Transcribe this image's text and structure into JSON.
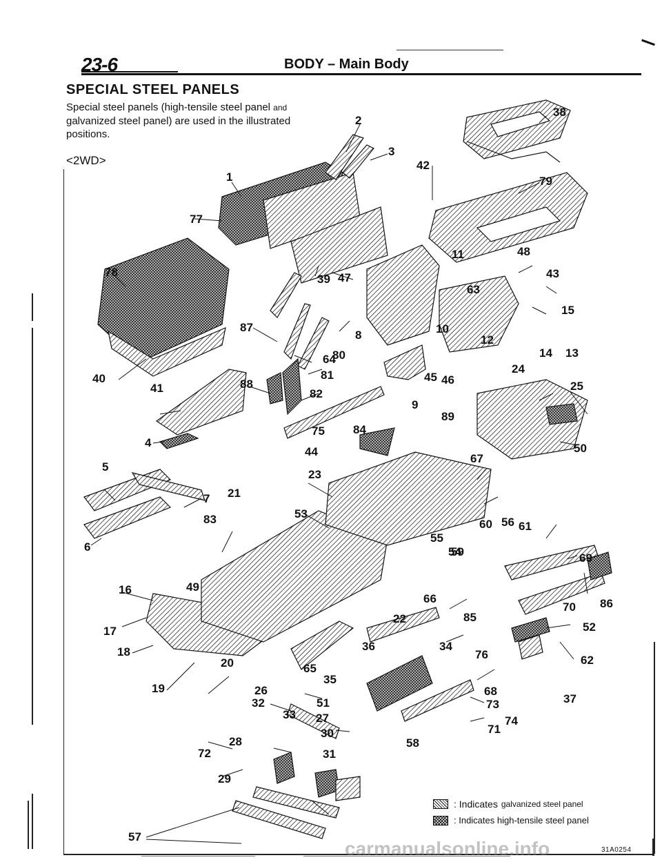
{
  "header": {
    "page_number": "23-6",
    "running_head": "BODY – Main Body"
  },
  "section": {
    "title": "SPECIAL STEEL PANELS",
    "intro_line1_main": "Special steel panels (high-tensile steel panel ",
    "intro_line1_small": "and",
    "intro_line2": "galvanized steel panel) are used in the illustrated",
    "intro_line3": "positions.",
    "variant": "<2WD>"
  },
  "diagram": {
    "callouts": [
      "1",
      "2",
      "3",
      "4",
      "5",
      "6",
      "7",
      "8",
      "9",
      "10",
      "11",
      "12",
      "13",
      "14",
      "15",
      "16",
      "17",
      "18",
      "19",
      "20",
      "21",
      "22",
      "23",
      "24",
      "25",
      "26",
      "27",
      "28",
      "29",
      "30",
      "31",
      "32",
      "33",
      "34",
      "35",
      "36",
      "37",
      "38",
      "39",
      "40",
      "41",
      "42",
      "43",
      "44",
      "45",
      "46",
      "47",
      "48",
      "49",
      "50",
      "51",
      "52",
      "53",
      "54",
      "55",
      "56",
      "57",
      "58",
      "59",
      "60",
      "61",
      "62",
      "63",
      "64",
      "65",
      "66",
      "67",
      "68",
      "69",
      "70",
      "71",
      "72",
      "73",
      "74",
      "75",
      "76",
      "77",
      "78",
      "79",
      "80",
      "81",
      "82",
      "83",
      "84",
      "85",
      "86",
      "87",
      "88",
      "89"
    ],
    "panel_types": {
      "galvanized": "galvanized-hatch",
      "high_tensile": "high-tensile-crosshatch"
    }
  },
  "legend": {
    "galvanized_prefix": ": Indicates",
    "galvanized_text": "galvanized steel panel",
    "high_tensile_text": ": Indicates high-tensile steel panel"
  },
  "footer": {
    "figure_code": "31A0254",
    "watermark": "carmanualsonline.info"
  }
}
